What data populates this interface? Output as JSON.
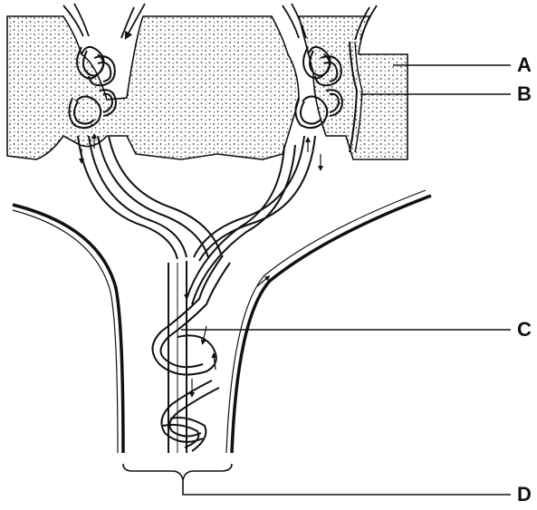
{
  "labels": {
    "a": "A",
    "b": "B",
    "c": "C",
    "d": "D"
  },
  "colors": {
    "ink": "#111111",
    "tissue_dots": "#333333",
    "background": "#ffffff"
  }
}
